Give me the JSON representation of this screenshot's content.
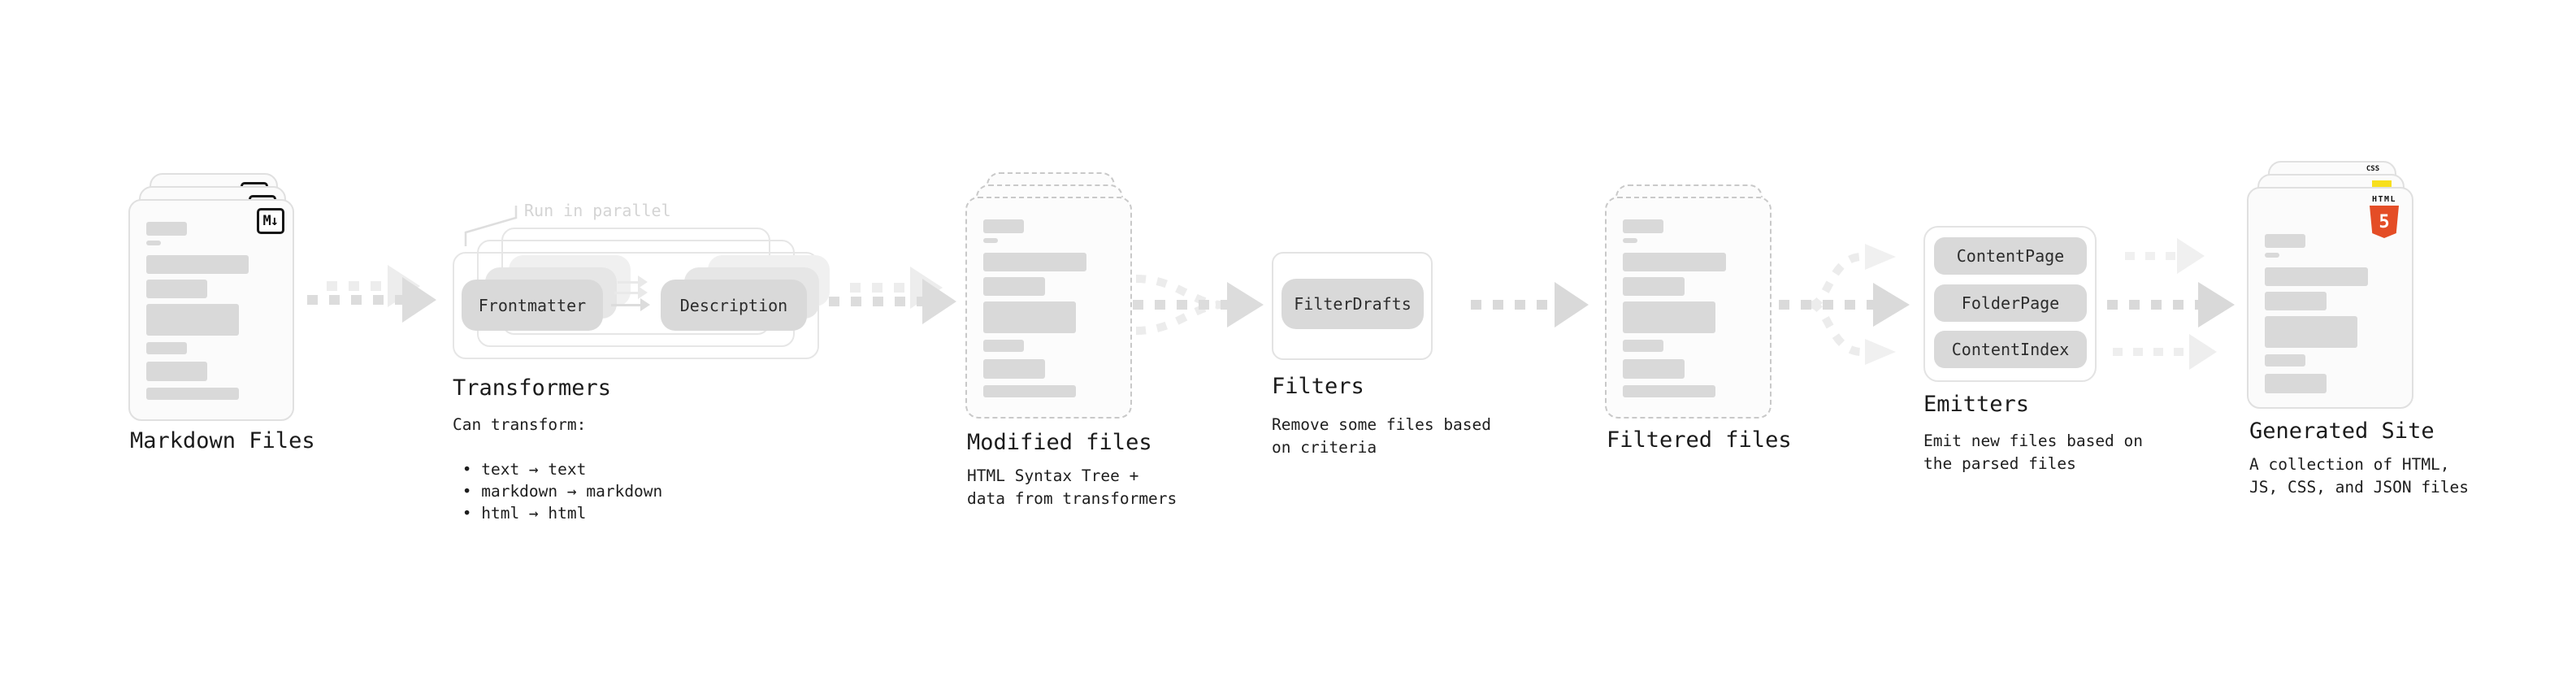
{
  "diagram": {
    "stages": {
      "markdown_files": {
        "label": "Markdown Files",
        "badge": "M↓"
      },
      "transformers": {
        "heading": "Transformers",
        "annotation": "Run in parallel",
        "pills": [
          "Frontmatter",
          "Description"
        ],
        "description_intro": "Can transform:",
        "description_bullets": " • text → text\n • markdown → markdown\n • html → html"
      },
      "modified_files": {
        "heading": "Modified files",
        "description": "HTML Syntax Tree +\ndata from transformers"
      },
      "filters": {
        "heading": "Filters",
        "pill": "FilterDrafts",
        "description": "Remove some files based\non criteria"
      },
      "filtered_files": {
        "label": "Filtered files"
      },
      "emitters": {
        "heading": "Emitters",
        "pills": [
          "ContentPage",
          "FolderPage",
          "ContentIndex"
        ],
        "description": "Emit new files based on\nthe parsed files"
      },
      "generated_site": {
        "heading": "Generated Site",
        "description": "A collection of HTML,\nJS, CSS, and JSON files",
        "badges": {
          "html_label": "HTML",
          "html_number": "5",
          "css_label": "CSS"
        }
      }
    },
    "colors": {
      "html5_orange": "#E44D26",
      "js_yellow": "#F7DF1E",
      "css_blue": "#2965F1"
    }
  }
}
